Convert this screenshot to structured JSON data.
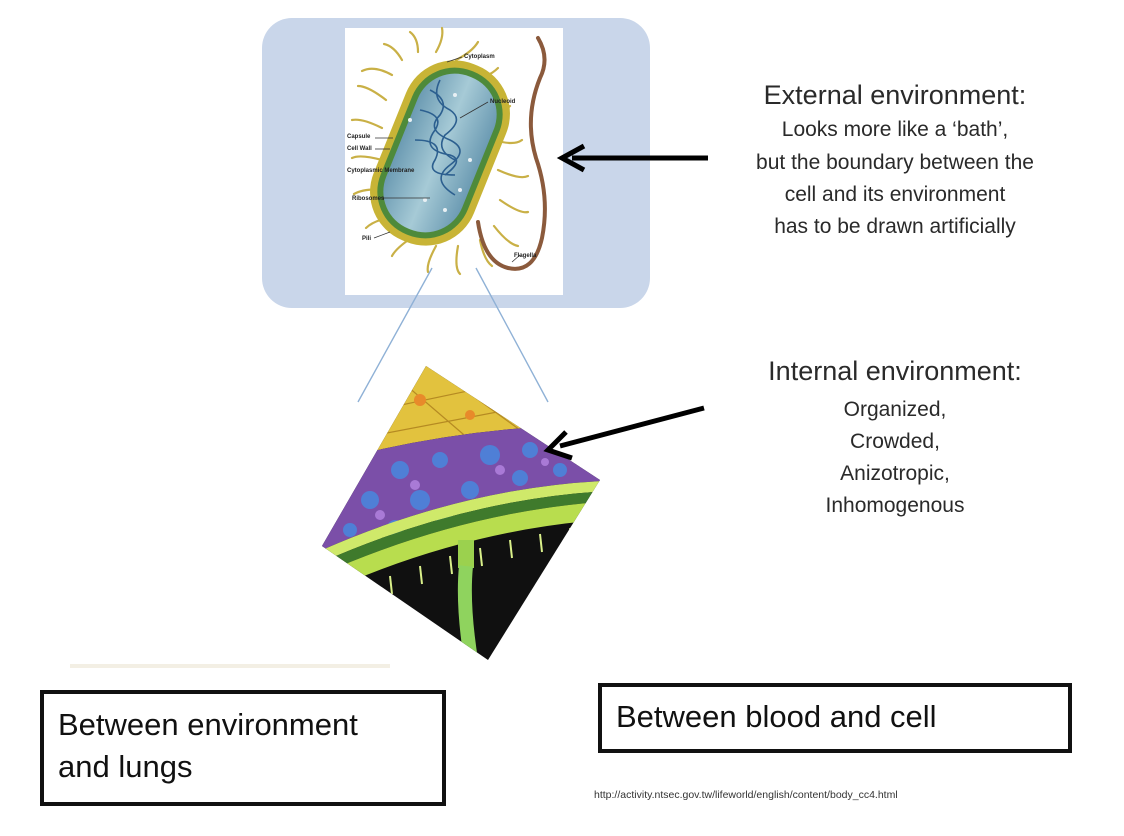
{
  "external": {
    "title": "External environment:",
    "lines": [
      "Looks more like a ‘bath’,",
      "but the boundary between the",
      "cell and its environment",
      "has to be drawn artificially"
    ]
  },
  "internal": {
    "title": "Internal environment:",
    "lines": [
      "Organized,",
      "Crowded,",
      "Anizotropic,",
      "Inhomogenous"
    ]
  },
  "boxes": {
    "lungs_line1": "Between environment",
    "lungs_line2": "and lungs",
    "blood": "Between blood and cell"
  },
  "source_url": "http://activity.ntsec.gov.tw/lifeworld/english/content/body_cc4.html",
  "bacterium_labels": {
    "cytoplasm": "Cytoplasm",
    "nucleoid": "Nucleoid",
    "capsule": "Capsule",
    "cell_wall": "Cell Wall",
    "cytoplasmic_membrane": "Cytoplasmic Membrane",
    "ribosomes": "Ribosomes",
    "pili": "Pili",
    "flagella": "Flagella"
  }
}
